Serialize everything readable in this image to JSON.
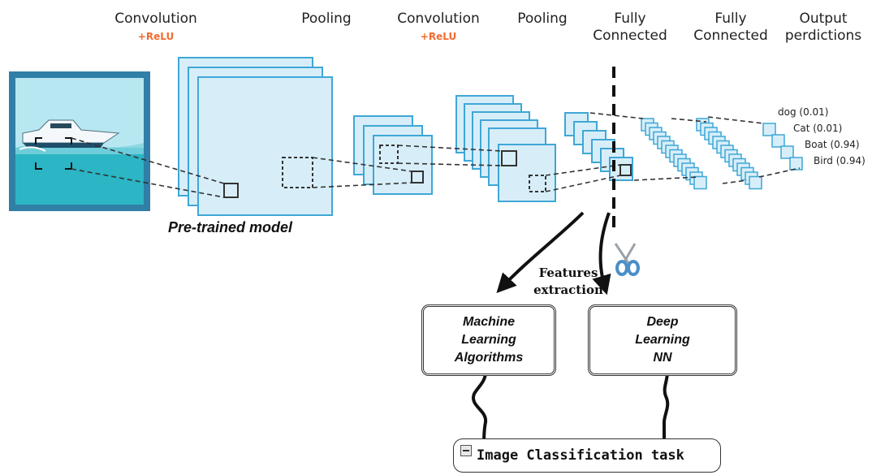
{
  "layer_labels": {
    "conv1": "Convolution",
    "conv1_activation": "+ReLU",
    "pool1": "Pooling",
    "conv2": "Convolution",
    "conv2_activation": "+ReLU",
    "pool2": "Pooling",
    "fc1": [
      "Fully",
      "Connected"
    ],
    "fc2": [
      "Fully",
      "Connected"
    ],
    "output": [
      "Output",
      "perdictions"
    ]
  },
  "predictions": [
    {
      "label": "dog (0.01)"
    },
    {
      "label": "Cat (0.01)"
    },
    {
      "label": "Boat (0.94)"
    },
    {
      "label": "Bird (0.94)"
    }
  ],
  "pretrained_caption": "Pre-trained model",
  "features_caption": [
    "Features",
    "extraction"
  ],
  "branches": {
    "machine_learning": [
      "Machine",
      "Learning",
      "Algorithms"
    ],
    "deep_learning": [
      "Deep",
      "Learning",
      "NN"
    ]
  },
  "task_label": "Image Classification task",
  "colors": {
    "feature_map_fill": "#d7eef9",
    "feature_map_stroke": "#3fa7d6",
    "relu": "#f36b2f",
    "water": "#2bb5c5",
    "sky": "#b7e7f1",
    "frame": "#2f7fa6",
    "scissors": "#4a8fc9"
  },
  "icons": {
    "cut_marker": "scissors-icon",
    "task_marker": "minus-box-icon"
  }
}
